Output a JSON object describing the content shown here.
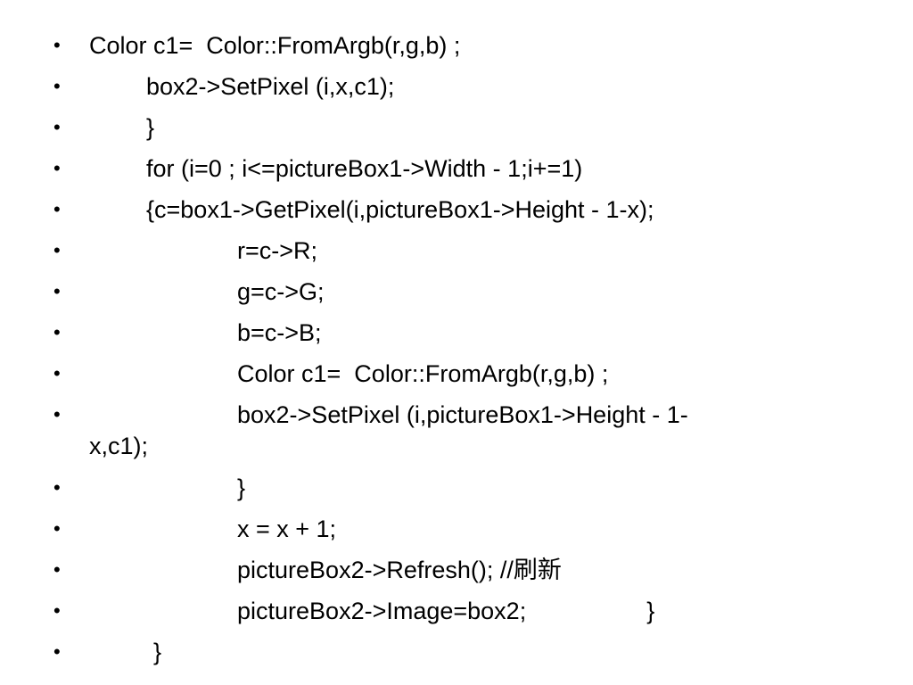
{
  "slide": {
    "lines": [
      "Color c1=  Color::FromArgb(r,g,b) ;",
      "box2->SetPixel (i,x,c1);",
      "}",
      "for (i=0 ; i<=pictureBox1->Width - 1;i+=1)",
      "{c=box1->GetPixel(i,pictureBox1->Height - 1-x);",
      "r=c->R;",
      "g=c->G;",
      "b=c->B;",
      "Color c1=  Color::FromArgb(r,g,b) ;",
      "box2->SetPixel (i,pictureBox1->Height - 1-",
      "x,c1);",
      "}",
      "x = x + 1;",
      "pictureBox2->Refresh(); //刷新",
      "pictureBox2->Image=box2;                  }",
      "}"
    ],
    "bullet_glyph": "•"
  }
}
